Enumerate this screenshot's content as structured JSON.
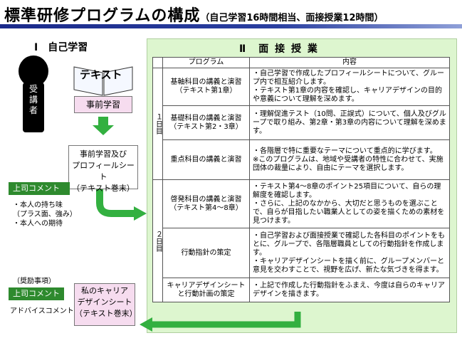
{
  "title": {
    "main": "標準研修プログラムの構成",
    "sub": "（自己学習16時間相当、面接授業12時間）"
  },
  "self_study": {
    "heading": "Ⅰ　自己学習",
    "person_label": "受講者",
    "book_label": "テキスト",
    "pre_study": "事前学習",
    "pre_study_sheet": [
      "事前学習及び",
      "プロフィールシート",
      "（テキスト巻末）"
    ],
    "boss_comment": "上司コメント",
    "boss_notes": [
      "・本人の持ち味",
      "（プラス面、強み）",
      "・本人への期待"
    ],
    "recommendation_heading": "（奨励事項）",
    "boss_comment_2": "上司コメント",
    "advice": "アドバイスコメント",
    "career_sheet": [
      "私のキャリア",
      "デザインシート",
      "（テキスト巻末）"
    ]
  },
  "interview": {
    "heading": "Ⅱ　面 接 授 業",
    "col_program": "プログラム",
    "col_content": "内容",
    "day1": "１日目",
    "day2": "２日目",
    "rows": [
      {
        "program": [
          "基軸科目の講義と演習",
          "（テキスト第1章）"
        ],
        "content": [
          "・自己学習で作成したプロフィールシートについて、グループ内で相互紹介します。",
          "・テキスト第1章の内容を確認し、キャリアデザインの目的や意義について理解を深めます。"
        ]
      },
      {
        "program": [
          "基礎科目の講義と演習",
          "（テキスト第2・3章）"
        ],
        "content": [
          "・理解促進テスト（10問、正誤式）について、個人及びグループで取り組み、第2章・第3章の内容について理解を深めます。"
        ]
      },
      {
        "program": [
          "重点科目の講義と演習"
        ],
        "content": [
          "・各階層で特に重要なテーマについて重点的に学びます。",
          "※このプログラムは、地域や受講者の特性に合わせて、実施団体の裁量により、自由にテーマを選択します。"
        ]
      },
      {
        "program": [
          "啓発科目の講義と演習",
          "（テキスト第4～8章）"
        ],
        "content": [
          "・テキスト第4～8章のポイント25項目について、自らの理解度を確認します。",
          "・さらに、上記のなかから、大切だと思うものを選ぶことで、自らが目指したい職業人としての姿を描くための素材を見つけます。"
        ]
      },
      {
        "program": [
          "行動指針の策定"
        ],
        "content": [
          "・自己学習および面接授業で確認した各科目のポイントをもとに、グループで、各階層職員としての行動指針を作成します。",
          "・キャリアデザインシートを描く前に、グループメンバーと意見を交わすことで、視野を広げ、新たな気づきを得ます。"
        ]
      },
      {
        "program": [
          "キャリアデザインシート",
          "と行動計画の策定"
        ],
        "content": [
          "・上記で作成した行動指針をふまえ、今度は自らのキャリアデザインを描きます。"
        ]
      }
    ]
  },
  "colors": {
    "accent_green": "#2e8a2e",
    "panel_bg": "#ddf6cf",
    "pink_box": "#f6dcef",
    "title_bar": "#1a2a8a"
  }
}
